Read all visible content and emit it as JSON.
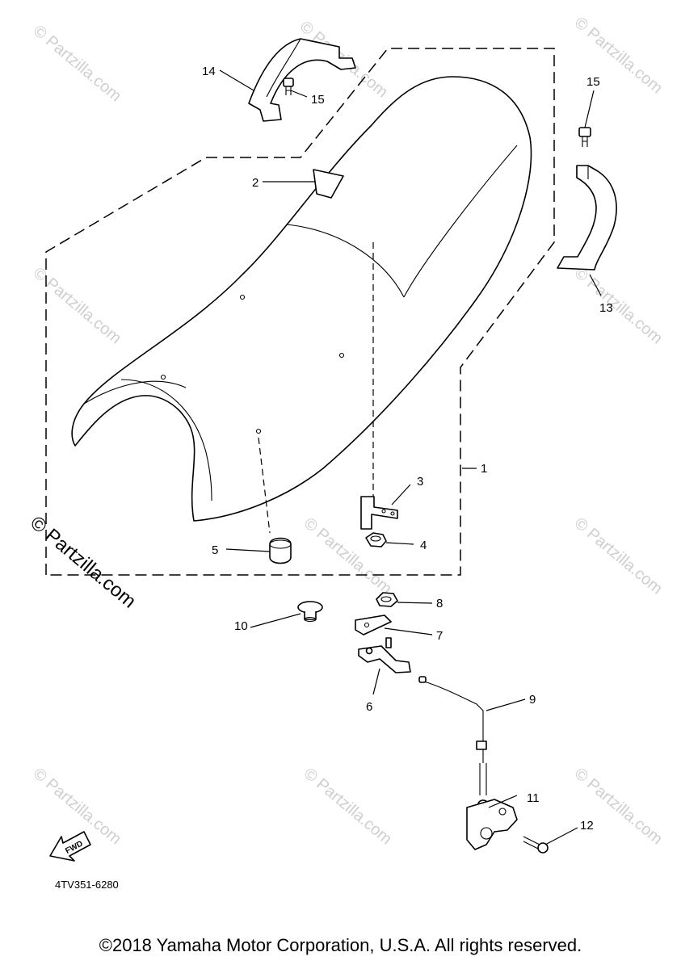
{
  "diagram": {
    "doc_code": "4TV351-6280",
    "fwd_label": "FWD",
    "watermark": "© Partzilla.com",
    "watermark_main": "© Partzilla.com",
    "callouts": {
      "c1": "1",
      "c2": "2",
      "c3": "3",
      "c4": "4",
      "c5": "5",
      "c6": "6",
      "c7": "7",
      "c8": "8",
      "c9": "9",
      "c10": "10",
      "c11": "11",
      "c12": "12",
      "c13": "13",
      "c14": "14",
      "c15a": "15",
      "c15b": "15"
    }
  },
  "footer": {
    "copyright": "©2018 Yamaha Motor Corporation, U.S.A. All rights reserved."
  }
}
